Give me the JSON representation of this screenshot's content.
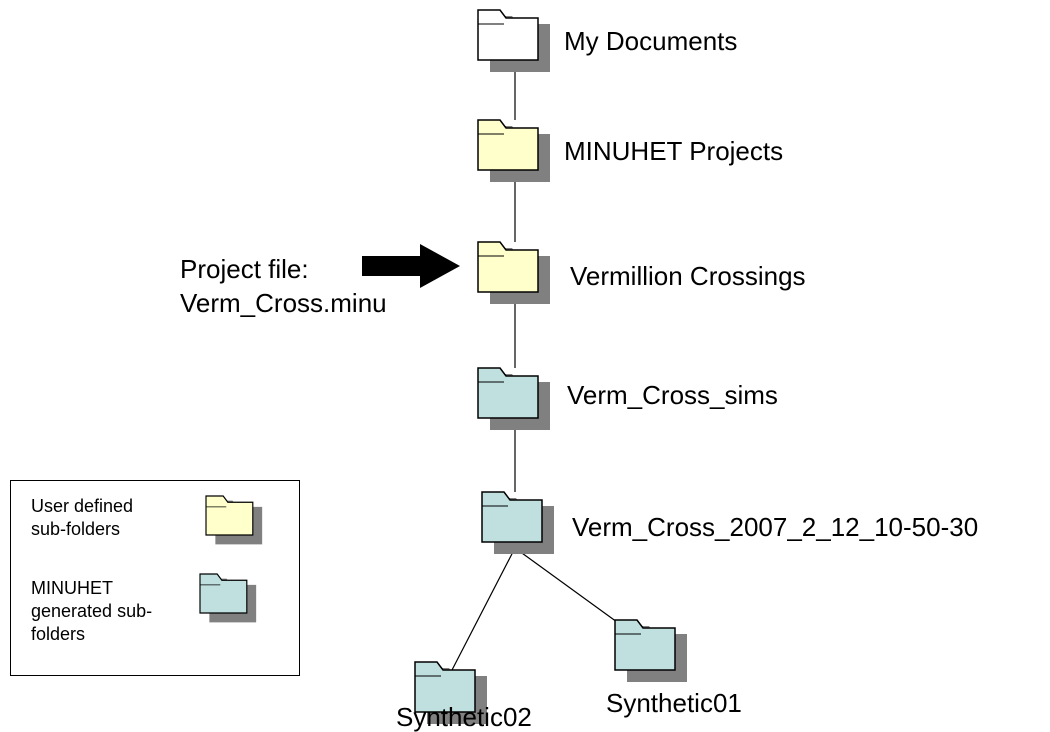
{
  "nodes": {
    "my_documents": "My Documents",
    "minuhet_projects": "MINUHET Projects",
    "vermillion_crossings": "Vermillion Crossings",
    "verm_cross_sims": "Verm_Cross_sims",
    "verm_cross_run": "Verm_Cross_2007_2_12_10-50-30",
    "synthetic02": "Synthetic02",
    "synthetic01": "Synthetic01"
  },
  "project_file": {
    "line1": "Project file:",
    "line2": "Verm_Cross.minu"
  },
  "legend": {
    "user_defined": "User defined\nsub-folders",
    "minuhet_generated": "MINUHET\ngenerated sub-\nfolders"
  },
  "colors": {
    "white_folder": "#ffffff",
    "user_folder": "#ffffcc",
    "generated_folder": "#c0e0e0",
    "shadow": "#808080",
    "outline": "#000000"
  },
  "icons": {
    "folder": "folder-icon",
    "arrow": "right-arrow-icon"
  }
}
